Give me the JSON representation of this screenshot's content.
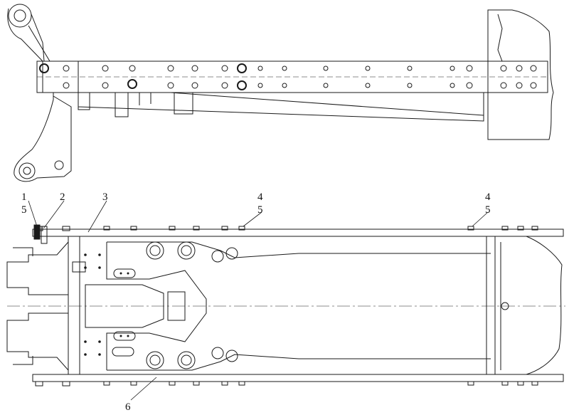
{
  "figure": {
    "callouts": [
      {
        "id": "c1a",
        "label": "1"
      },
      {
        "id": "c5a",
        "label": "5"
      },
      {
        "id": "c2",
        "label": "2"
      },
      {
        "id": "c3",
        "label": "3"
      },
      {
        "id": "c4a",
        "label": "4"
      },
      {
        "id": "c5b",
        "label": "5"
      },
      {
        "id": "c4b",
        "label": "4"
      },
      {
        "id": "c5c",
        "label": "5"
      },
      {
        "id": "c6",
        "label": "6"
      }
    ]
  },
  "colors": {
    "line": "#1a1a1a",
    "background": "#ffffff"
  }
}
